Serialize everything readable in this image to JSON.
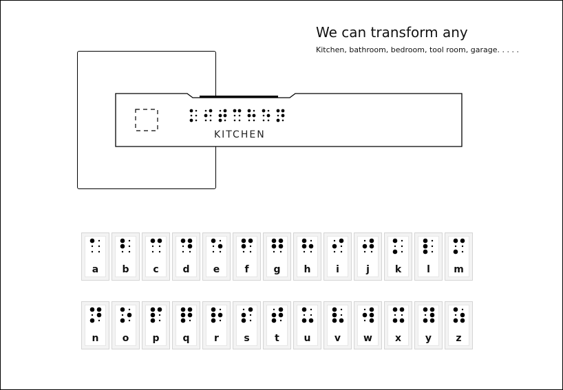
{
  "heading": {
    "title": "We can transform any",
    "subtitle": "Kitchen, bathroom, bedroom, tool room, garage. . . . ."
  },
  "handle": {
    "label": "KITCHEN",
    "braille_word": [
      "k",
      "i",
      "t",
      "c",
      "h",
      "e",
      "n"
    ]
  },
  "alphabet": {
    "rows": [
      [
        {
          "letter": "a",
          "dots": [
            1
          ]
        },
        {
          "letter": "b",
          "dots": [
            1,
            2
          ]
        },
        {
          "letter": "c",
          "dots": [
            1,
            4
          ]
        },
        {
          "letter": "d",
          "dots": [
            1,
            4,
            5
          ]
        },
        {
          "letter": "e",
          "dots": [
            1,
            5
          ]
        },
        {
          "letter": "f",
          "dots": [
            1,
            2,
            4
          ]
        },
        {
          "letter": "g",
          "dots": [
            1,
            2,
            4,
            5
          ]
        },
        {
          "letter": "h",
          "dots": [
            1,
            2,
            5
          ]
        },
        {
          "letter": "i",
          "dots": [
            2,
            4
          ]
        },
        {
          "letter": "j",
          "dots": [
            2,
            4,
            5
          ]
        },
        {
          "letter": "k",
          "dots": [
            1,
            3
          ]
        },
        {
          "letter": "l",
          "dots": [
            1,
            2,
            3
          ]
        },
        {
          "letter": "m",
          "dots": [
            1,
            3,
            4
          ]
        }
      ],
      [
        {
          "letter": "n",
          "dots": [
            1,
            3,
            4,
            5
          ]
        },
        {
          "letter": "o",
          "dots": [
            1,
            3,
            5
          ]
        },
        {
          "letter": "p",
          "dots": [
            1,
            2,
            3,
            4
          ]
        },
        {
          "letter": "q",
          "dots": [
            1,
            2,
            3,
            4,
            5
          ]
        },
        {
          "letter": "r",
          "dots": [
            1,
            2,
            3,
            5
          ]
        },
        {
          "letter": "s",
          "dots": [
            2,
            3,
            4
          ]
        },
        {
          "letter": "t",
          "dots": [
            2,
            3,
            4,
            5
          ]
        },
        {
          "letter": "u",
          "dots": [
            1,
            3,
            6
          ]
        },
        {
          "letter": "v",
          "dots": [
            1,
            2,
            3,
            6
          ]
        },
        {
          "letter": "w",
          "dots": [
            2,
            4,
            5,
            6
          ]
        },
        {
          "letter": "x",
          "dots": [
            1,
            3,
            4,
            6
          ]
        },
        {
          "letter": "y",
          "dots": [
            1,
            3,
            4,
            5,
            6
          ]
        },
        {
          "letter": "z",
          "dots": [
            1,
            3,
            5,
            6
          ]
        }
      ]
    ]
  }
}
